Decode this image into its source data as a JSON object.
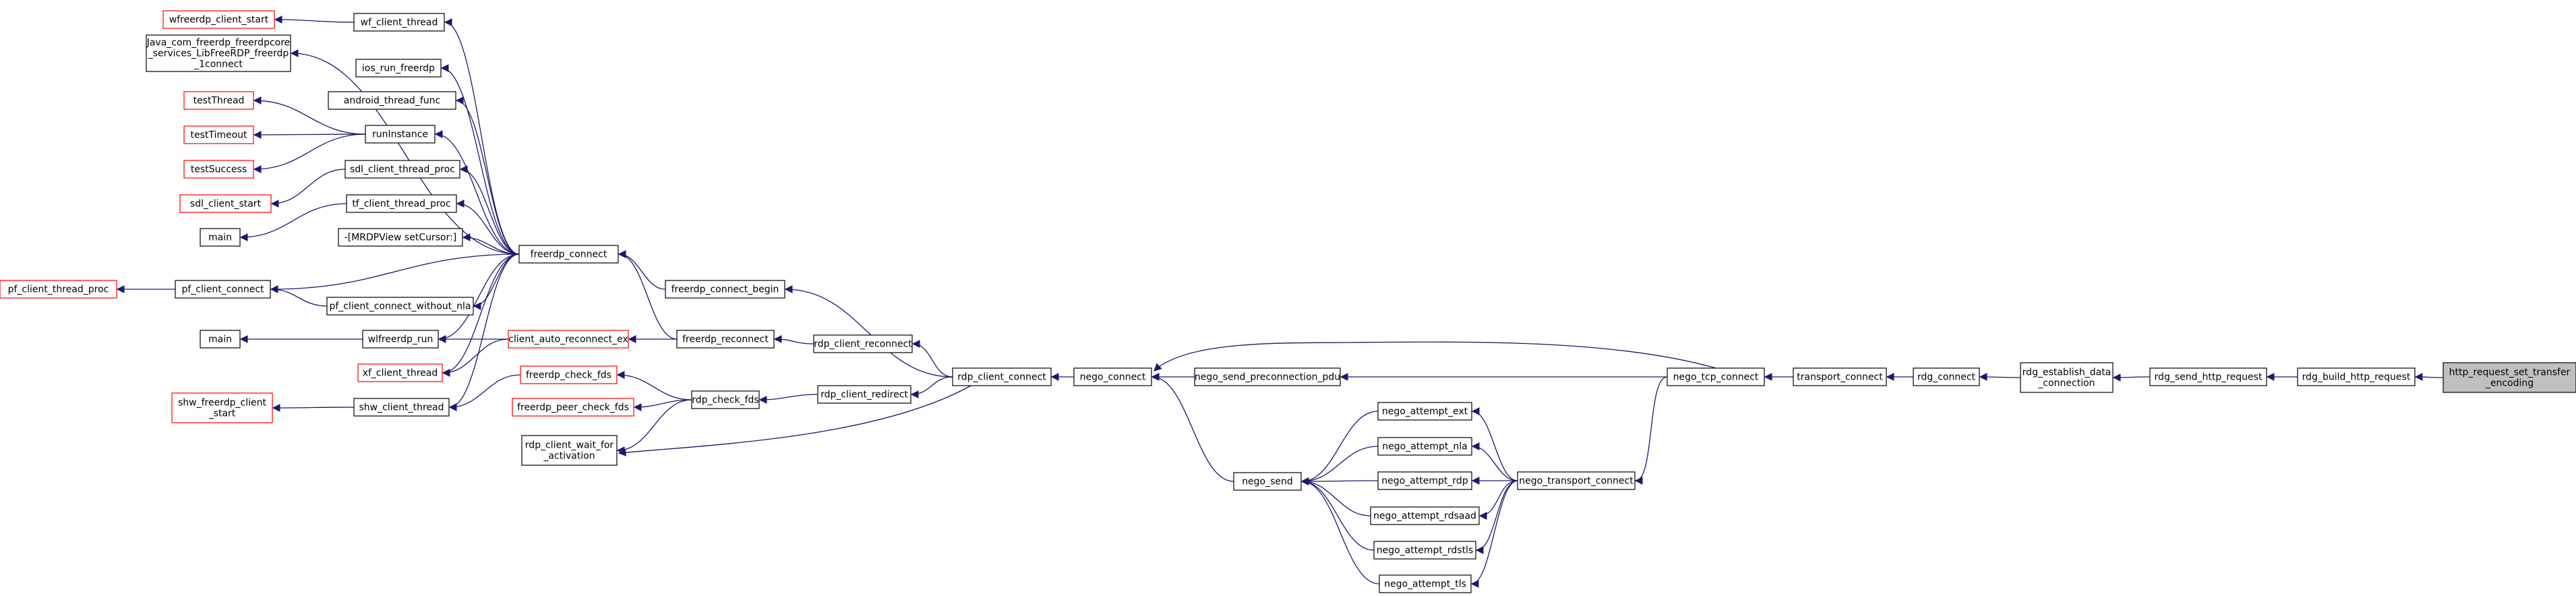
{
  "colors": {
    "edge": "#191970",
    "box_border": "#000000",
    "truncated_border": "#ff0000",
    "root_fill": "#bfbfbf",
    "background": "#ffffff"
  },
  "nodes": [
    {
      "id": "wfreerdp_client_start",
      "lines": [
        "wfreerdp_client_start"
      ],
      "truncated": true
    },
    {
      "id": "wf_client_thread",
      "lines": [
        "wf_client_thread"
      ]
    },
    {
      "id": "java_com",
      "lines": [
        "Java_com_freerdp_freerdpcore",
        "_services_LibFreeRDP_freerdp",
        "_1connect"
      ]
    },
    {
      "id": "ios_run_freerdp",
      "lines": [
        "ios_run_freerdp"
      ]
    },
    {
      "id": "android_thread_func",
      "lines": [
        "android_thread_func"
      ]
    },
    {
      "id": "testThread",
      "lines": [
        "testThread"
      ],
      "truncated": true
    },
    {
      "id": "testTimeout",
      "lines": [
        "testTimeout"
      ],
      "truncated": true
    },
    {
      "id": "testSuccess",
      "lines": [
        "testSuccess"
      ],
      "truncated": true
    },
    {
      "id": "runInstance",
      "lines": [
        "runInstance"
      ]
    },
    {
      "id": "sdl_client_thread_proc",
      "lines": [
        "sdl_client_thread_proc"
      ]
    },
    {
      "id": "sdl_client_start",
      "lines": [
        "sdl_client_start"
      ],
      "truncated": true
    },
    {
      "id": "tf_client_thread_proc",
      "lines": [
        "tf_client_thread_proc"
      ]
    },
    {
      "id": "main1",
      "lines": [
        "main"
      ]
    },
    {
      "id": "mrdpview",
      "lines": [
        "-[MRDPView setCursor:]"
      ]
    },
    {
      "id": "pf_client_thread_proc",
      "lines": [
        "pf_client_thread_proc"
      ],
      "truncated": true
    },
    {
      "id": "pf_client_connect",
      "lines": [
        "pf_client_connect"
      ]
    },
    {
      "id": "pf_client_connect_without_nla",
      "lines": [
        "pf_client_connect_without_nla"
      ]
    },
    {
      "id": "main2",
      "lines": [
        "main"
      ]
    },
    {
      "id": "wlfreerdp_run",
      "lines": [
        "wlfreerdp_run"
      ]
    },
    {
      "id": "xf_client_thread",
      "lines": [
        "xf_client_thread"
      ],
      "truncated": true
    },
    {
      "id": "shw_freerdp_client_start",
      "lines": [
        "shw_freerdp_client",
        "_start"
      ],
      "truncated": true
    },
    {
      "id": "shw_client_thread",
      "lines": [
        "shw_client_thread"
      ]
    },
    {
      "id": "freerdp_connect",
      "lines": [
        "freerdp_connect"
      ]
    },
    {
      "id": "client_auto_reconnect_ex",
      "lines": [
        "client_auto_reconnect_ex"
      ],
      "truncated": true
    },
    {
      "id": "freerdp_check_fds",
      "lines": [
        "freerdp_check_fds"
      ],
      "truncated": true
    },
    {
      "id": "freerdp_peer_check_fds",
      "lines": [
        "freerdp_peer_check_fds"
      ],
      "truncated": true
    },
    {
      "id": "rdp_client_wait_for_activation",
      "lines": [
        "rdp_client_wait_for",
        "_activation"
      ]
    },
    {
      "id": "freerdp_connect_begin",
      "lines": [
        "freerdp_connect_begin"
      ]
    },
    {
      "id": "freerdp_reconnect",
      "lines": [
        "freerdp_reconnect"
      ]
    },
    {
      "id": "rdp_check_fds",
      "lines": [
        "rdp_check_fds"
      ]
    },
    {
      "id": "rdp_client_reconnect",
      "lines": [
        "rdp_client_reconnect"
      ]
    },
    {
      "id": "rdp_client_redirect",
      "lines": [
        "rdp_client_redirect"
      ]
    },
    {
      "id": "rdp_client_connect",
      "lines": [
        "rdp_client_connect"
      ]
    },
    {
      "id": "nego_connect",
      "lines": [
        "nego_connect"
      ]
    },
    {
      "id": "nego_send_preconnection_pdu",
      "lines": [
        "nego_send_preconnection_pdu"
      ]
    },
    {
      "id": "nego_send",
      "lines": [
        "nego_send"
      ]
    },
    {
      "id": "nego_attempt_ext",
      "lines": [
        "nego_attempt_ext"
      ]
    },
    {
      "id": "nego_attempt_nla",
      "lines": [
        "nego_attempt_nla"
      ]
    },
    {
      "id": "nego_attempt_rdp",
      "lines": [
        "nego_attempt_rdp"
      ]
    },
    {
      "id": "nego_attempt_rdsaad",
      "lines": [
        "nego_attempt_rdsaad"
      ]
    },
    {
      "id": "nego_attempt_rdstls",
      "lines": [
        "nego_attempt_rdstls"
      ]
    },
    {
      "id": "nego_attempt_tls",
      "lines": [
        "nego_attempt_tls"
      ]
    },
    {
      "id": "nego_transport_connect",
      "lines": [
        "nego_transport_connect"
      ]
    },
    {
      "id": "nego_tcp_connect",
      "lines": [
        "nego_tcp_connect"
      ]
    },
    {
      "id": "transport_connect",
      "lines": [
        "transport_connect"
      ]
    },
    {
      "id": "rdg_connect",
      "lines": [
        "rdg_connect"
      ]
    },
    {
      "id": "rdg_establish_data_connection",
      "lines": [
        "rdg_establish_data",
        "_connection"
      ]
    },
    {
      "id": "rdg_send_http_request",
      "lines": [
        "rdg_send_http_request"
      ]
    },
    {
      "id": "rdg_build_http_request",
      "lines": [
        "rdg_build_http_request"
      ]
    },
    {
      "id": "http_request_set_transfer_encoding",
      "lines": [
        "http_request_set_transfer",
        "_encoding"
      ],
      "root": true
    }
  ],
  "edges": [
    [
      "wf_client_thread",
      "wfreerdp_client_start"
    ],
    [
      "freerdp_connect",
      "wf_client_thread"
    ],
    [
      "freerdp_connect",
      "java_com"
    ],
    [
      "freerdp_connect",
      "ios_run_freerdp"
    ],
    [
      "freerdp_connect",
      "android_thread_func"
    ],
    [
      "runInstance",
      "testThread"
    ],
    [
      "runInstance",
      "testTimeout"
    ],
    [
      "runInstance",
      "testSuccess"
    ],
    [
      "freerdp_connect",
      "runInstance"
    ],
    [
      "freerdp_connect",
      "sdl_client_thread_proc"
    ],
    [
      "sdl_client_thread_proc",
      "sdl_client_start"
    ],
    [
      "freerdp_connect",
      "tf_client_thread_proc"
    ],
    [
      "tf_client_thread_proc",
      "main1"
    ],
    [
      "freerdp_connect",
      "mrdpview"
    ],
    [
      "freerdp_connect",
      "pf_client_connect"
    ],
    [
      "pf_client_connect",
      "pf_client_thread_proc"
    ],
    [
      "freerdp_connect",
      "pf_client_connect_without_nla"
    ],
    [
      "pf_client_connect_without_nla",
      "pf_client_connect"
    ],
    [
      "freerdp_connect",
      "wlfreerdp_run"
    ],
    [
      "wlfreerdp_run",
      "main2"
    ],
    [
      "freerdp_connect",
      "xf_client_thread"
    ],
    [
      "freerdp_connect",
      "shw_client_thread"
    ],
    [
      "shw_client_thread",
      "shw_freerdp_client_start"
    ],
    [
      "client_auto_reconnect_ex",
      "wlfreerdp_run"
    ],
    [
      "client_auto_reconnect_ex",
      "xf_client_thread"
    ],
    [
      "freerdp_check_fds",
      "shw_client_thread"
    ],
    [
      "freerdp_connect_begin",
      "freerdp_connect"
    ],
    [
      "freerdp_reconnect",
      "freerdp_connect"
    ],
    [
      "freerdp_reconnect",
      "client_auto_reconnect_ex"
    ],
    [
      "rdp_check_fds",
      "freerdp_check_fds"
    ],
    [
      "rdp_check_fds",
      "freerdp_peer_check_fds"
    ],
    [
      "rdp_check_fds",
      "rdp_client_wait_for_activation"
    ],
    [
      "rdp_client_reconnect",
      "freerdp_reconnect"
    ],
    [
      "rdp_client_redirect",
      "rdp_check_fds"
    ],
    [
      "rdp_client_connect",
      "freerdp_connect_begin"
    ],
    [
      "rdp_client_connect",
      "rdp_client_reconnect"
    ],
    [
      "rdp_client_connect",
      "rdp_client_redirect"
    ],
    [
      "rdp_client_connect",
      "rdp_client_wait_for_activation"
    ],
    [
      "nego_connect",
      "rdp_client_connect"
    ],
    [
      "nego_send_preconnection_pdu",
      "nego_connect"
    ],
    [
      "nego_send",
      "nego_connect"
    ],
    [
      "nego_attempt_ext",
      "nego_send"
    ],
    [
      "nego_attempt_nla",
      "nego_send"
    ],
    [
      "nego_attempt_rdp",
      "nego_send"
    ],
    [
      "nego_attempt_rdsaad",
      "nego_send"
    ],
    [
      "nego_attempt_rdstls",
      "nego_send"
    ],
    [
      "nego_attempt_tls",
      "nego_send"
    ],
    [
      "nego_transport_connect",
      "nego_attempt_ext"
    ],
    [
      "nego_transport_connect",
      "nego_attempt_nla"
    ],
    [
      "nego_transport_connect",
      "nego_attempt_rdp"
    ],
    [
      "nego_transport_connect",
      "nego_attempt_rdsaad"
    ],
    [
      "nego_transport_connect",
      "nego_attempt_rdstls"
    ],
    [
      "nego_transport_connect",
      "nego_attempt_tls"
    ],
    [
      "nego_tcp_connect",
      "nego_connect"
    ],
    [
      "nego_tcp_connect",
      "nego_send_preconnection_pdu"
    ],
    [
      "nego_tcp_connect",
      "nego_transport_connect"
    ],
    [
      "transport_connect",
      "nego_tcp_connect"
    ],
    [
      "rdg_connect",
      "transport_connect"
    ],
    [
      "rdg_establish_data_connection",
      "rdg_connect"
    ],
    [
      "rdg_send_http_request",
      "rdg_establish_data_connection"
    ],
    [
      "rdg_build_http_request",
      "rdg_send_http_request"
    ],
    [
      "http_request_set_transfer_encoding",
      "rdg_build_http_request"
    ]
  ]
}
